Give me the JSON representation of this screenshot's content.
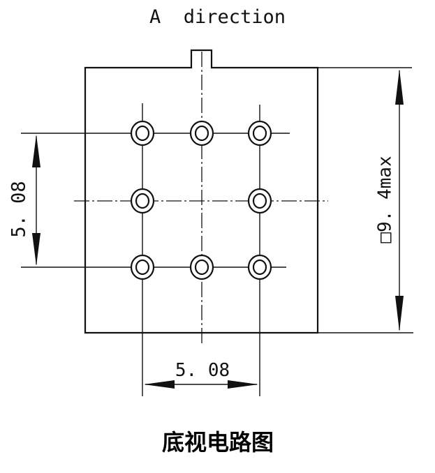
{
  "header": {
    "direction_label": "A  direction"
  },
  "dimensions": {
    "pitch_vertical": "5. 08",
    "pitch_horizontal": "5. 08",
    "body_size": "□9. 4max"
  },
  "footer": {
    "title": "底视电路图"
  }
}
